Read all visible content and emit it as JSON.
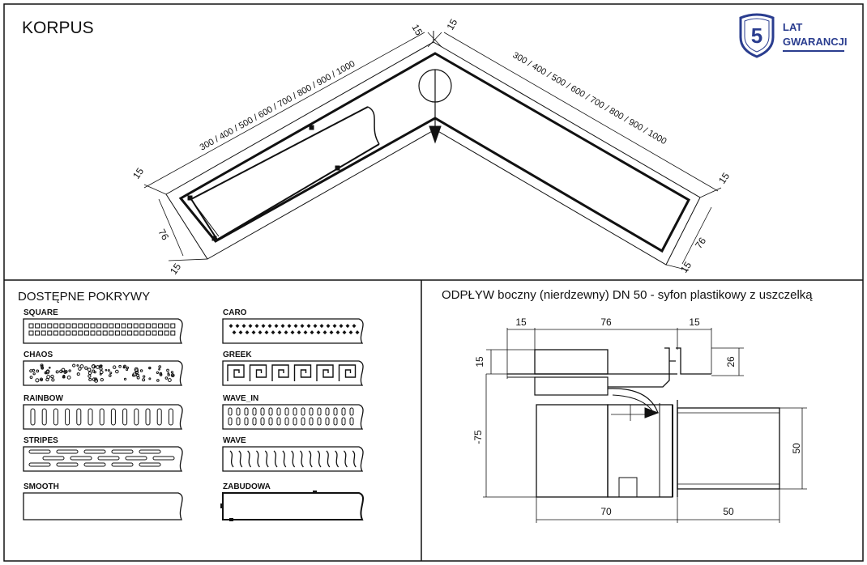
{
  "brand_color": "#2a3d8f",
  "korpus": {
    "title": "KORPUS",
    "dim_lengths_left": "300 / 400 / 500 / 600 / 700 / 800 / 900 / 1000",
    "dim_lengths_right": "300 / 400 / 500 / 600 / 700 / 800 / 900 / 1000",
    "dim_15": "15",
    "dim_76": "76"
  },
  "badge": {
    "number": "5",
    "line1": "LAT",
    "line2": "GWARANCJI"
  },
  "covers": {
    "title": "DOSTĘPNE POKRYWY",
    "items": [
      "SQUARE",
      "CARO",
      "CHAOS",
      "GREEK",
      "RAINBOW",
      "WAVE_IN",
      "STRIPES",
      "WAVE",
      "SMOOTH",
      "ZABUDOWA"
    ]
  },
  "outlet": {
    "title": "ODPŁYW boczny (nierdzewny) DN 50 - syfon plastikowy z uszczelką",
    "d15a": "15",
    "d76": "76",
    "d15b": "15",
    "d15v": "15",
    "d26": "26",
    "d75": "-75",
    "d50v": "50",
    "d70": "70",
    "d50h": "50"
  }
}
